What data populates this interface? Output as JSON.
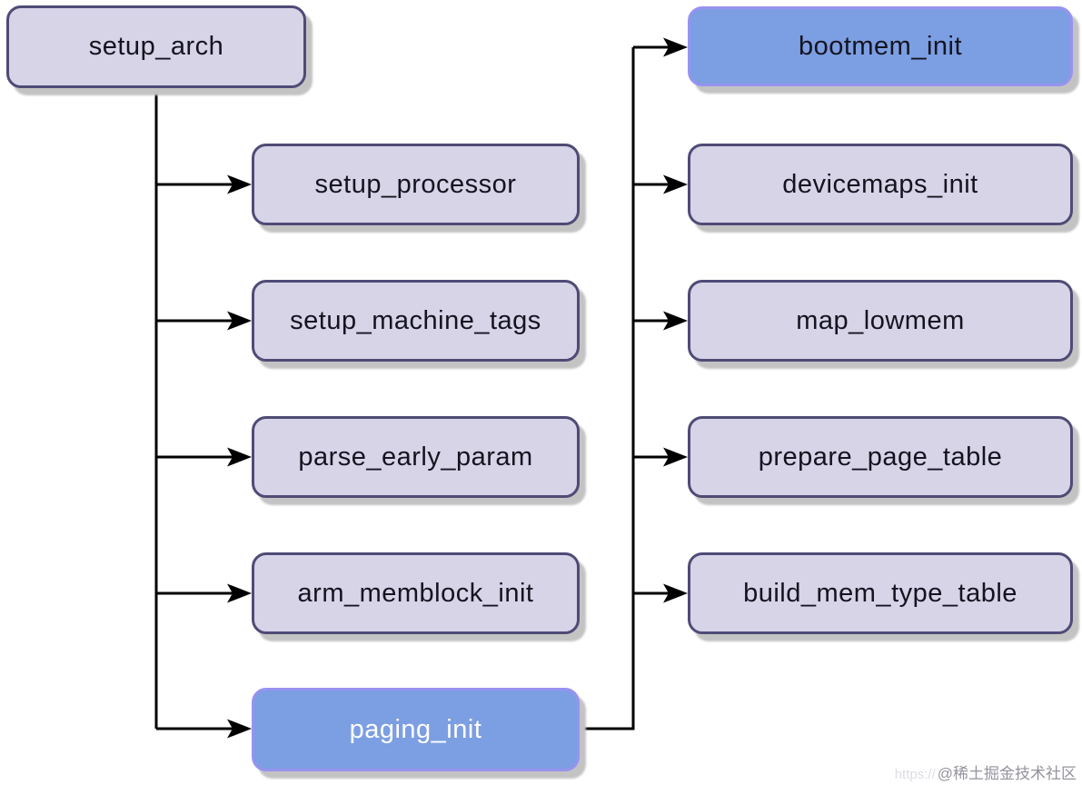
{
  "diagram": {
    "type": "flowchart",
    "nodes": [
      {
        "id": "setup_arch",
        "label": "setup_arch",
        "variant": "default"
      },
      {
        "id": "setup_processor",
        "label": "setup_processor",
        "variant": "default"
      },
      {
        "id": "setup_machine_tags",
        "label": "setup_machine_tags",
        "variant": "default"
      },
      {
        "id": "parse_early_param",
        "label": "parse_early_param",
        "variant": "default"
      },
      {
        "id": "arm_memblock_init",
        "label": "arm_memblock_init",
        "variant": "default"
      },
      {
        "id": "paging_init",
        "label": "paging_init",
        "variant": "highlight-blue-white-text"
      },
      {
        "id": "bootmem_init",
        "label": "bootmem_init",
        "variant": "highlight-blue-black-text"
      },
      {
        "id": "devicemaps_init",
        "label": "devicemaps_init",
        "variant": "default"
      },
      {
        "id": "map_lowmem",
        "label": "map_lowmem",
        "variant": "default"
      },
      {
        "id": "prepare_page_table",
        "label": "prepare_page_table",
        "variant": "default"
      },
      {
        "id": "build_mem_type_table",
        "label": "build_mem_type_table",
        "variant": "default"
      }
    ],
    "edges": [
      {
        "from": "setup_arch",
        "to": "setup_processor"
      },
      {
        "from": "setup_arch",
        "to": "setup_machine_tags"
      },
      {
        "from": "setup_arch",
        "to": "parse_early_param"
      },
      {
        "from": "setup_arch",
        "to": "arm_memblock_init"
      },
      {
        "from": "setup_arch",
        "to": "paging_init"
      },
      {
        "from": "paging_init",
        "to": "bootmem_init"
      },
      {
        "from": "paging_init",
        "to": "devicemaps_init"
      },
      {
        "from": "paging_init",
        "to": "map_lowmem"
      },
      {
        "from": "paging_init",
        "to": "prepare_page_table"
      },
      {
        "from": "paging_init",
        "to": "build_mem_type_table"
      }
    ],
    "colors": {
      "node_fill": "#d7d4e8",
      "node_border": "#4f4b76",
      "highlight_fill": "#7c9ee2",
      "highlight_border": "#9793ef",
      "connector": "#000000",
      "shadow": "#c3c3c3"
    }
  },
  "watermark": {
    "prefix": "https://",
    "label": "@稀土掘金技术社区"
  }
}
